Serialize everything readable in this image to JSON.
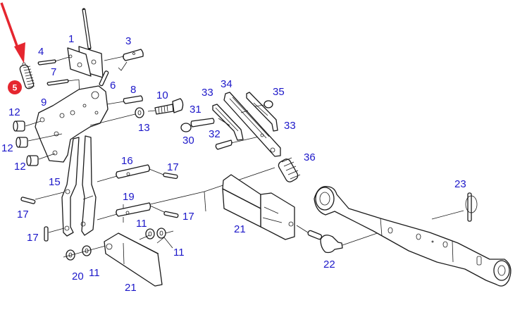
{
  "diagram": {
    "title": "Lift linkage exploded parts diagram",
    "label_color": "#1c17c9",
    "highlight": {
      "part_number": "5",
      "badge_color": "#e5262f",
      "arrow_color": "#e5262f",
      "description": "Spring (highlighted)"
    },
    "labels": [
      {
        "id": "1",
        "text": "1"
      },
      {
        "id": "3",
        "text": "3"
      },
      {
        "id": "4",
        "text": "4"
      },
      {
        "id": "5",
        "text": "5"
      },
      {
        "id": "6",
        "text": "6"
      },
      {
        "id": "7",
        "text": "7"
      },
      {
        "id": "8",
        "text": "8"
      },
      {
        "id": "9",
        "text": "9"
      },
      {
        "id": "10",
        "text": "10"
      },
      {
        "id": "11a",
        "text": "11"
      },
      {
        "id": "11b",
        "text": "11"
      },
      {
        "id": "11c",
        "text": "11"
      },
      {
        "id": "12a",
        "text": "12"
      },
      {
        "id": "12b",
        "text": "12"
      },
      {
        "id": "12c",
        "text": "12"
      },
      {
        "id": "13",
        "text": "13"
      },
      {
        "id": "15",
        "text": "15"
      },
      {
        "id": "16",
        "text": "16"
      },
      {
        "id": "17a",
        "text": "17"
      },
      {
        "id": "17b",
        "text": "17"
      },
      {
        "id": "17c",
        "text": "17"
      },
      {
        "id": "17d",
        "text": "17"
      },
      {
        "id": "19",
        "text": "19"
      },
      {
        "id": "20",
        "text": "20"
      },
      {
        "id": "21a",
        "text": "21"
      },
      {
        "id": "21b",
        "text": "21"
      },
      {
        "id": "22",
        "text": "22"
      },
      {
        "id": "23",
        "text": "23"
      },
      {
        "id": "30",
        "text": "30"
      },
      {
        "id": "31",
        "text": "31"
      },
      {
        "id": "32",
        "text": "32"
      },
      {
        "id": "33a",
        "text": "33"
      },
      {
        "id": "33b",
        "text": "33"
      },
      {
        "id": "34",
        "text": "34"
      },
      {
        "id": "35",
        "text": "35"
      },
      {
        "id": "36",
        "text": "36"
      }
    ]
  }
}
